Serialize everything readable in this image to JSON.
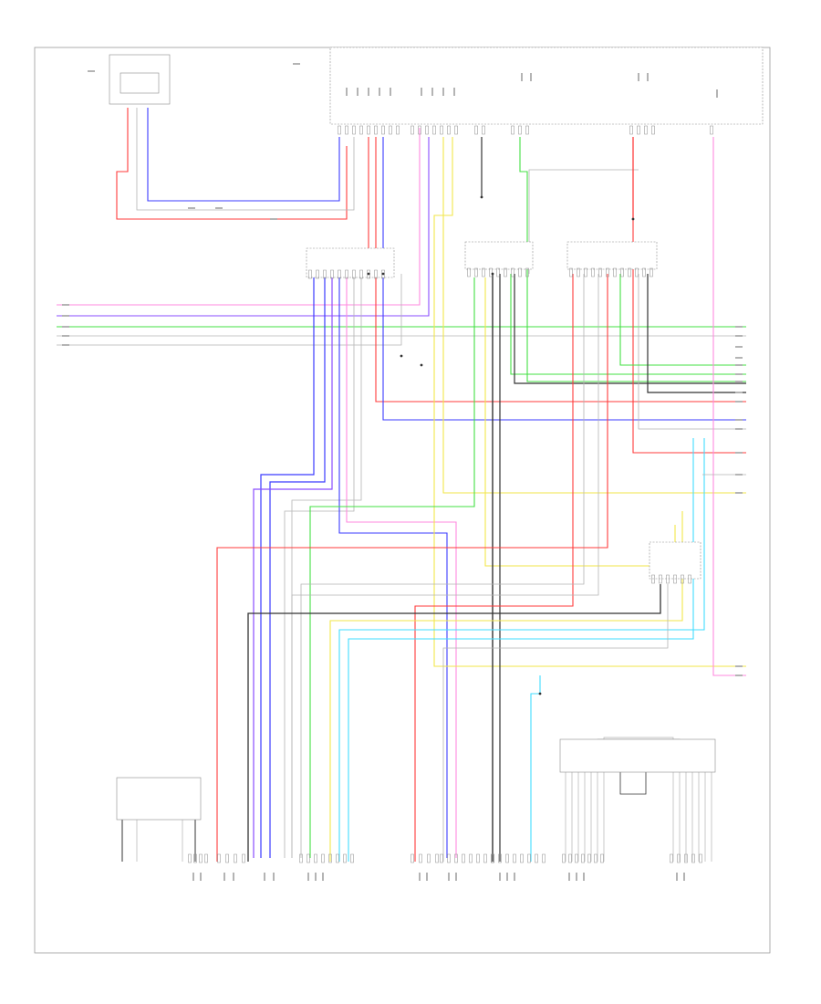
{
  "palette": {
    "frame": "#9a9a9a",
    "connector": "#8a8a8a",
    "red": "#ff3b3b",
    "blue": "#3b3bff",
    "violet": "#8a4dff",
    "pink": "#ff8adf",
    "green": "#43e043",
    "yellow": "#f2e64a",
    "cyan": "#42dcff",
    "black": "#333333",
    "gray": "#b4b4b4"
  },
  "icons": {
    "connector": "connector-box-icon",
    "pin": "terminal-pin-icon",
    "splice": "splice-dot-icon"
  },
  "wires": [
    {
      "name": "wire-red-1",
      "color": "red"
    },
    {
      "name": "wire-blue-1",
      "color": "blue"
    },
    {
      "name": "wire-violet-1",
      "color": "violet"
    },
    {
      "name": "wire-pink-1",
      "color": "pink"
    },
    {
      "name": "wire-green-1",
      "color": "green"
    },
    {
      "name": "wire-yellow-1",
      "color": "yellow"
    },
    {
      "name": "wire-cyan-1",
      "color": "cyan"
    },
    {
      "name": "wire-black-1",
      "color": "black"
    },
    {
      "name": "wire-gray-1",
      "color": "gray"
    }
  ]
}
